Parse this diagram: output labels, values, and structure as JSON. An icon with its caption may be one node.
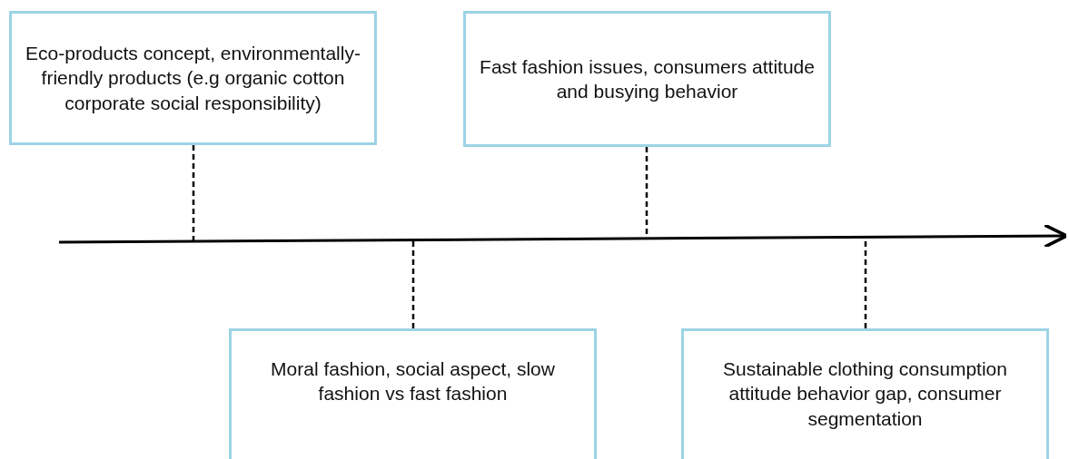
{
  "diagram": {
    "nodes": [
      {
        "text": [
          "Eco-products concept, environmentally-friendly products (e.g organic cotton corporate social responsibility)"
        ]
      },
      {
        "text": [
          "Fast fashion issues, consumers attitude and busying behavior"
        ]
      },
      {
        "text": [
          "Moral fashion, social aspect, slow fashion vs fast fashion"
        ]
      },
      {
        "text": [
          "Sustainable clothing consumption attitude behavior gap, consumer segmentation"
        ]
      }
    ],
    "edges": [
      {
        "from": 0,
        "to": null,
        "arrow": "none",
        "style": "dashed"
      },
      {
        "from": 1,
        "to": null,
        "arrow": "none",
        "style": "dashed"
      },
      {
        "from": 2,
        "to": null,
        "arrow": "none",
        "style": "dashed"
      },
      {
        "from": 3,
        "to": null,
        "arrow": "none",
        "style": "dashed"
      }
    ]
  }
}
